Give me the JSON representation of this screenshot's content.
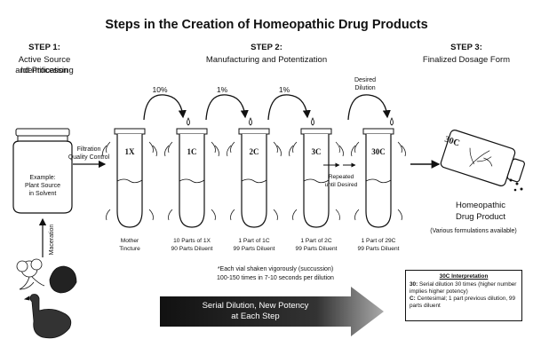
{
  "title": "Steps in the Creation of Homeopathic Drug Products",
  "steps": [
    {
      "heading": "STEP 1:",
      "sub1": "Active Source Identification",
      "sub2": "and Processing"
    },
    {
      "heading": "STEP 2:",
      "sub1": "Manufacturing and Potentization",
      "sub2": ""
    },
    {
      "heading": "STEP 3:",
      "sub1": "Finalized Dosage Form",
      "sub2": ""
    }
  ],
  "jar": {
    "line1": "Example:",
    "line2": "Plant Source",
    "line3": "in Solvent"
  },
  "filtration": {
    "line1": "Filtration",
    "line2": "Quality Control"
  },
  "maceration": "Maceration",
  "percentages": [
    "10%",
    "1%",
    "1%"
  ],
  "desired_dilution": {
    "line1": "Desired",
    "line2": "Dilution"
  },
  "tube_labels": [
    "1X",
    "1C",
    "2C",
    "3C",
    "30C"
  ],
  "tube_captions": [
    {
      "line1": "Mother",
      "line2": "Tincture"
    },
    {
      "line1": "10 Parts of 1X",
      "line2": "90 Parts Diluent"
    },
    {
      "line1": "1 Part of 1C",
      "line2": "99 Parts Diluent"
    },
    {
      "line1": "1 Part of 2C",
      "line2": "99 Parts Diluent"
    },
    {
      "line1": "1 Part of 29C",
      "line2": "99 Parts Diluent"
    }
  ],
  "repeated": {
    "line1": "Repeated",
    "line2": "until Desired"
  },
  "vial_label": "30C",
  "product": {
    "line1": "Homeopathic",
    "line2": "Drug Product",
    "note": "(Various formulations available)"
  },
  "footnote": {
    "line1": "*Each vial shaken vigorously (succussion)",
    "line2": "100-150 times in 7-10 seconds per dilution"
  },
  "banner": {
    "line1": "Serial Dilution, New Potency",
    "line2": "at Each Step"
  },
  "interpretation": {
    "title": "30C Interpretation",
    "item1_key": "30:",
    "item1_text": "Serial dilution 30 times (higher number implies higher potency)",
    "item2_key": "C:",
    "item2_text": "Centesimal; 1 part previous dilution, 99 parts diluent"
  }
}
